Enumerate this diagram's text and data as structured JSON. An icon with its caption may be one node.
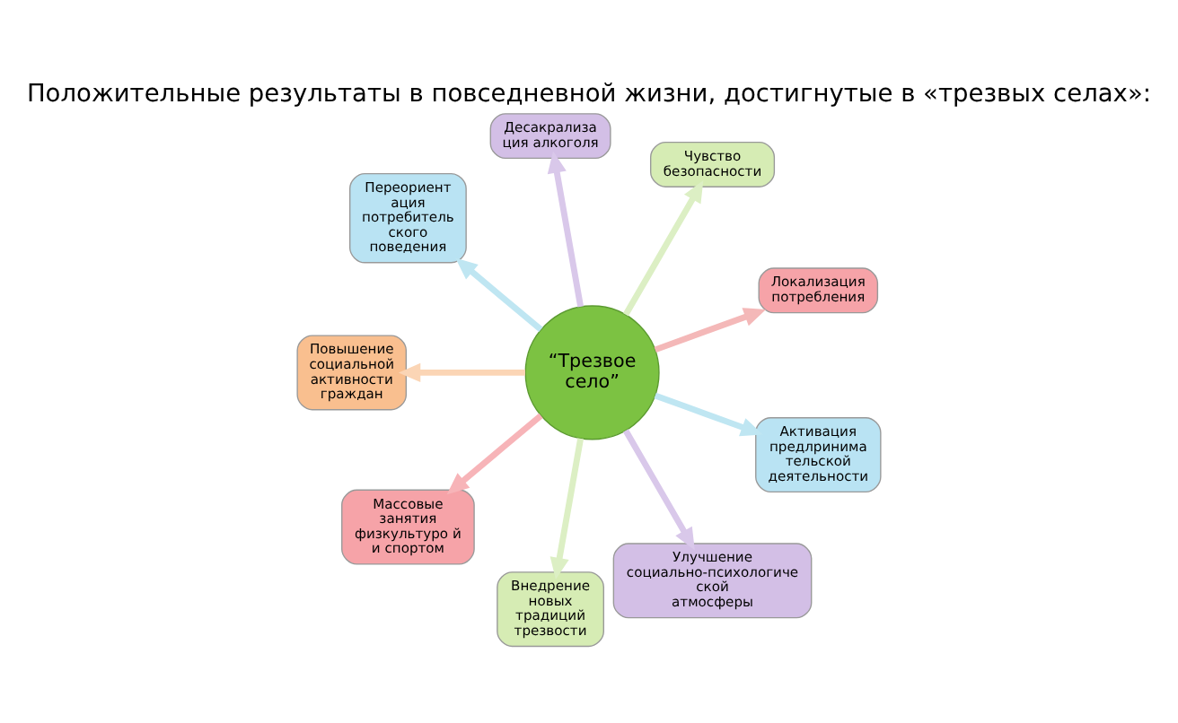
{
  "diagram": {
    "title": "Положительные результаты в повседневной жизни, достигнутые в «трезвых селах»:",
    "nodes": [
      {
        "text": [
          "“Трезвое село”"
        ]
      },
      {
        "text": [
          "Локализация потребления"
        ]
      },
      {
        "text": [
          "Чувство безопасности"
        ]
      },
      {
        "text": [
          "Десакрализа ция алкоголя"
        ]
      },
      {
        "text": [
          "Переориент ация потребитель ского поведения"
        ]
      },
      {
        "text": [
          "Повышение социальной активности граждан"
        ]
      },
      {
        "text": [
          "Массовые занятия физкультуро й и спортом"
        ]
      },
      {
        "text": [
          "Внедрение новых традиций трезвости"
        ]
      },
      {
        "text": [
          "Улучшение социально-психологиче ской атмосферы"
        ]
      },
      {
        "text": [
          "Активация предлринима тельской деятельности"
        ]
      }
    ],
    "edges": [
      {
        "from": 0,
        "to": 1,
        "arrow": "to",
        "color": "#f4b8b8"
      },
      {
        "from": 0,
        "to": 2,
        "arrow": "to",
        "color": "#dcefc4"
      },
      {
        "from": 0,
        "to": 3,
        "arrow": "to",
        "color": "#d9c8ea"
      },
      {
        "from": 0,
        "to": 4,
        "arrow": "to",
        "color": "#bfe6f2"
      },
      {
        "from": 0,
        "to": 5,
        "arrow": "to",
        "color": "#fbd5b5"
      },
      {
        "from": 0,
        "to": 6,
        "arrow": "to",
        "color": "#f7b4b8"
      },
      {
        "from": 0,
        "to": 7,
        "arrow": "to",
        "color": "#dcefc4"
      },
      {
        "from": 0,
        "to": 8,
        "arrow": "to",
        "color": "#d9c8ea"
      },
      {
        "from": 0,
        "to": 9,
        "arrow": "to",
        "color": "#bfe6f2"
      }
    ]
  }
}
